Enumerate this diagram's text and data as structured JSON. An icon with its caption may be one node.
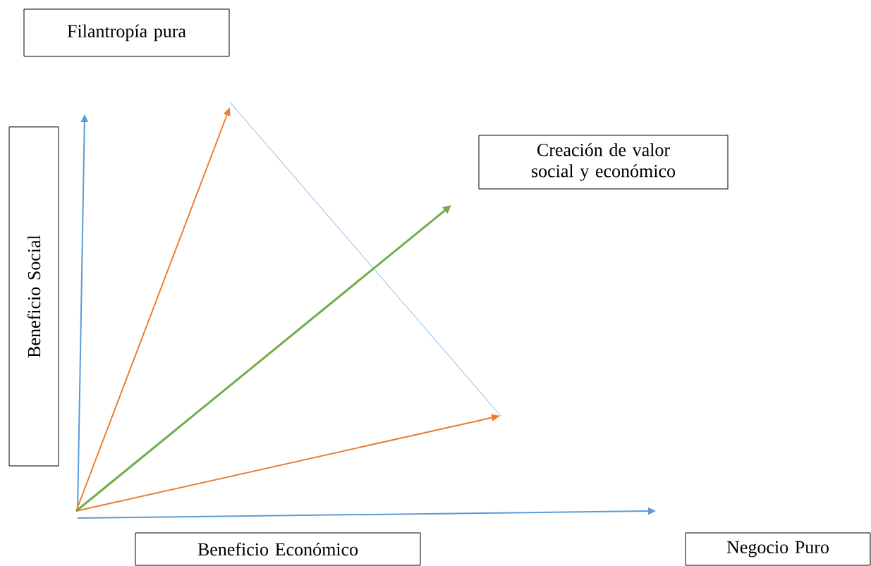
{
  "diagram": {
    "nodes": [
      {
        "text": [
          "Filantropía pura"
        ]
      },
      {
        "text": [
          "Beneficio Social"
        ]
      },
      {
        "text": [
          "Creación de valor social y económico"
        ]
      },
      {
        "text": [
          "Beneficio Económico"
        ]
      },
      {
        "text": [
          "Negocio Puro"
        ]
      }
    ]
  }
}
